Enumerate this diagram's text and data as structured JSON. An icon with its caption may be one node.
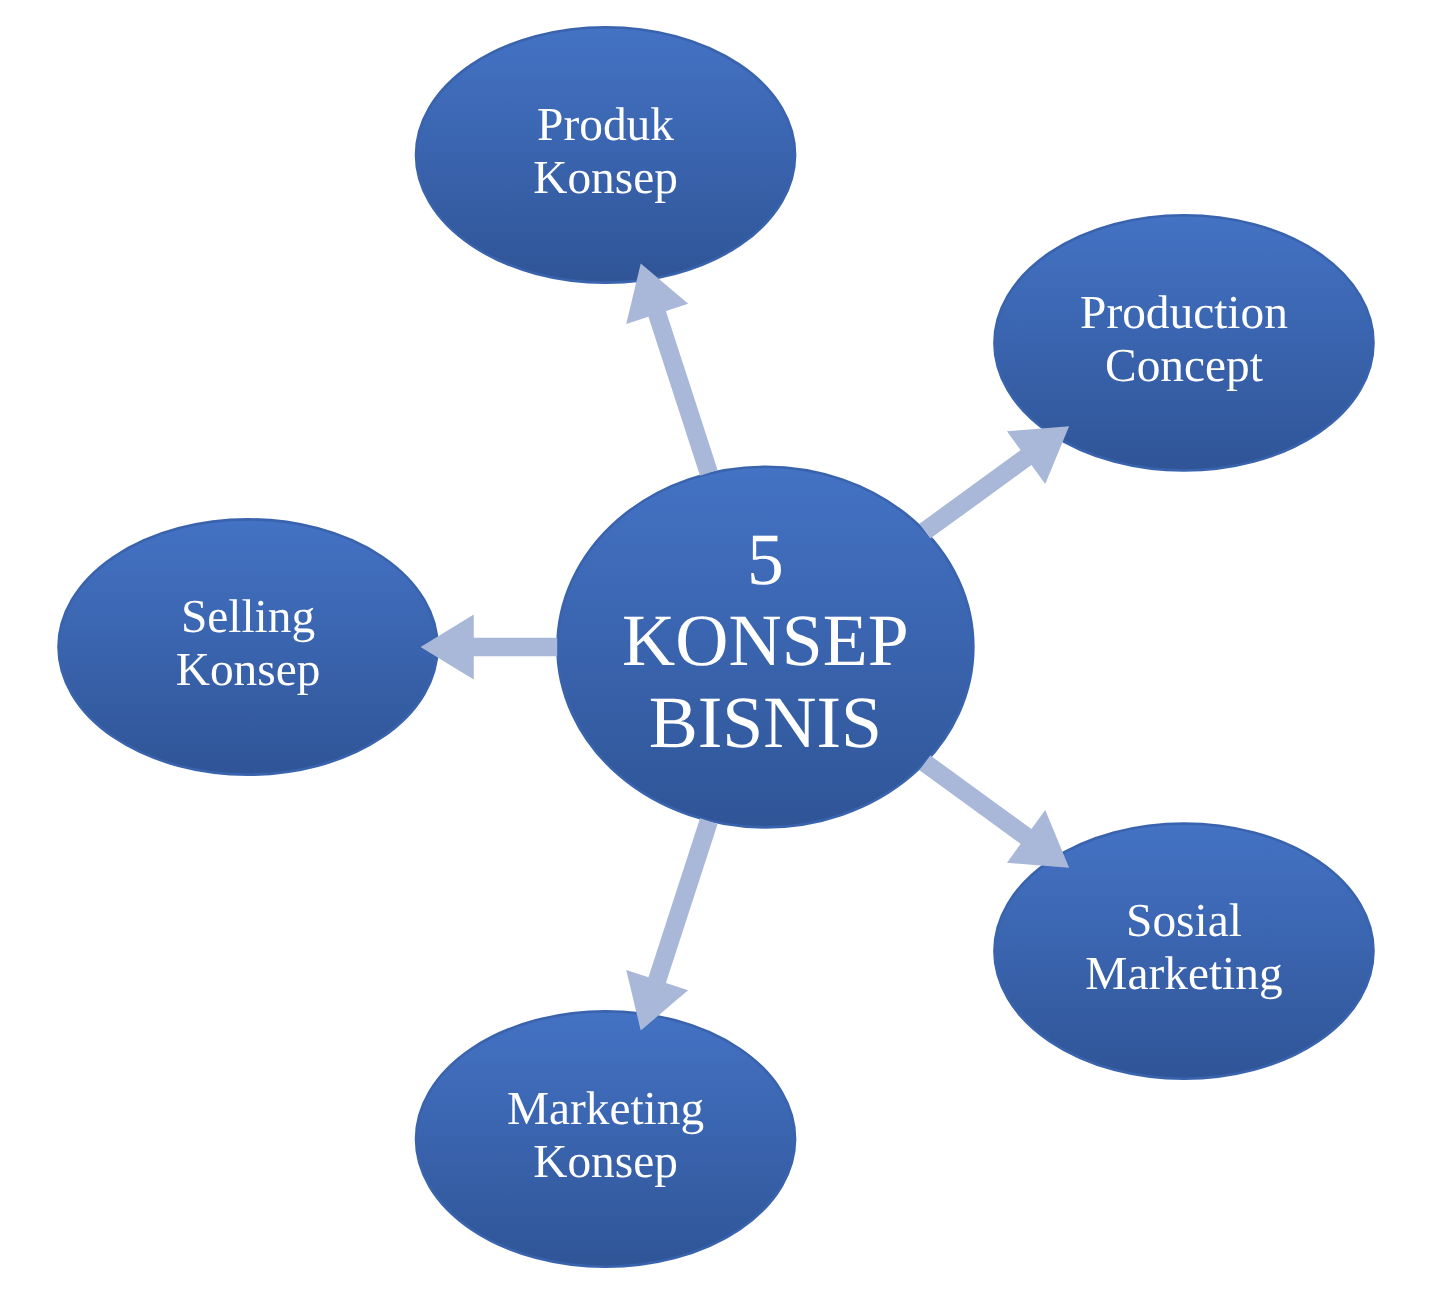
{
  "diagram": {
    "nodes": [
      {
        "text": [
          "5 KONSEP BISNIS"
        ]
      },
      {
        "text": [
          "Production Concept"
        ]
      },
      {
        "text": [
          "Produk Konsep"
        ]
      },
      {
        "text": [
          "Selling Konsep"
        ]
      },
      {
        "text": [
          "Marketing Konsep"
        ]
      },
      {
        "text": [
          "Sosial Marketing"
        ]
      }
    ],
    "edges": [
      {
        "from": 0,
        "to": 1,
        "arrow": "to"
      },
      {
        "from": 0,
        "to": 2,
        "arrow": "to"
      },
      {
        "from": 0,
        "to": 3,
        "arrow": "to"
      },
      {
        "from": 0,
        "to": 4,
        "arrow": "to"
      },
      {
        "from": 0,
        "to": 5,
        "arrow": "to"
      }
    ]
  }
}
